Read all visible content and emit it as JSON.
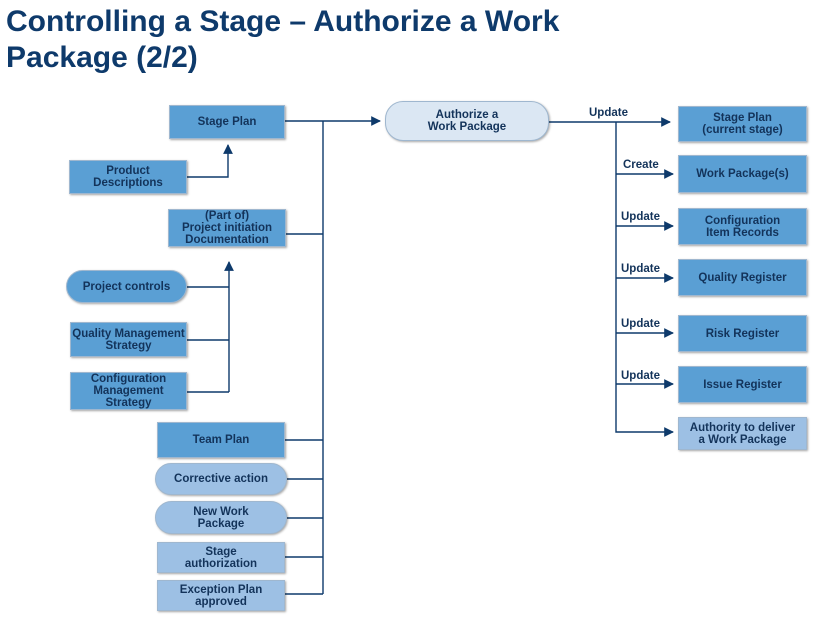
{
  "title": {
    "line1": "Controlling a Stage – Authorize a Work",
    "line2": "Package (2/2)"
  },
  "center": {
    "label": "Authorize a\nWork Package"
  },
  "inputs": {
    "stage_plan": "Stage Plan",
    "product_descriptions": "Product\nDescriptions",
    "pid": "(Part of)\nProject initiation\nDocumentation",
    "project_controls": "Project controls",
    "quality_mgmt_strategy": "Quality Management\nStrategy",
    "config_mgmt_strategy": "Configuration\nManagement\nStrategy",
    "team_plan": "Team Plan",
    "corrective_action": "Corrective action",
    "new_work_package": "New Work\nPackage",
    "stage_authorization": "Stage\nauthorization",
    "exception_plan": "Exception Plan\napproved"
  },
  "outputs": [
    {
      "label": "Stage Plan\n(current stage)",
      "action": "Update"
    },
    {
      "label": "Work Package(s)",
      "action": "Create"
    },
    {
      "label": "Configuration\nItem Records",
      "action": "Update"
    },
    {
      "label": "Quality Register",
      "action": "Update"
    },
    {
      "label": "Risk Register",
      "action": "Update"
    },
    {
      "label": "Issue Register",
      "action": "Update"
    },
    {
      "label": "Authority to deliver\na Work Package",
      "action": ""
    }
  ],
  "colors": {
    "dark_box": "#5a9fd4",
    "light_box": "#9dc0e4",
    "pale_box": "#dbe7f3",
    "line": "#0e3a6b",
    "title": "#0e3a6b"
  }
}
